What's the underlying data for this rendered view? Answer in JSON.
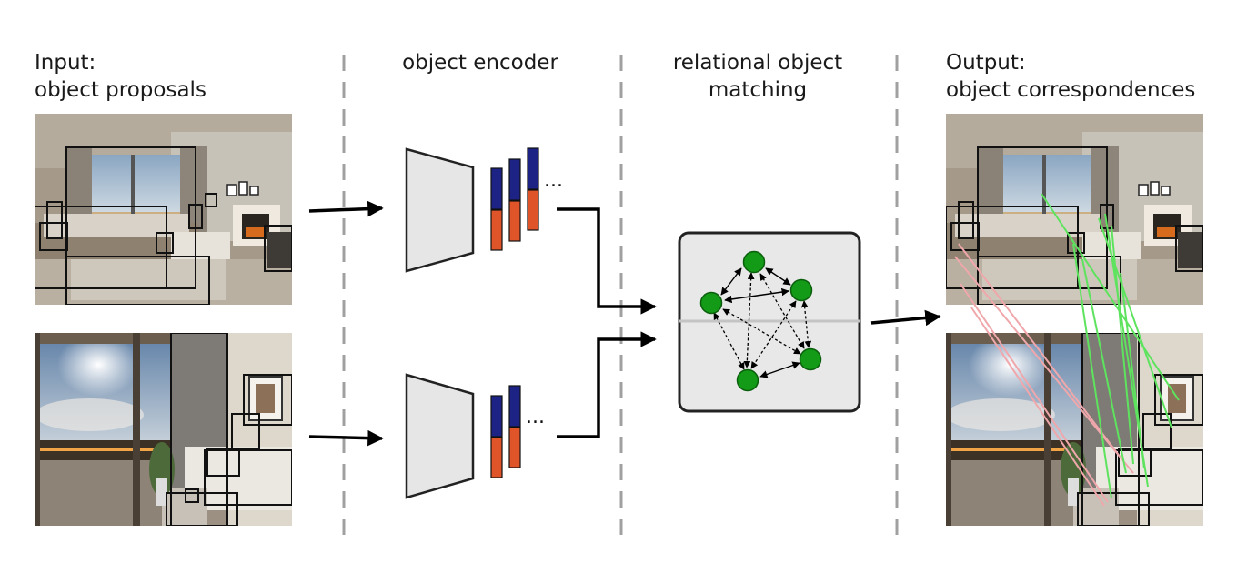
{
  "headers": {
    "input": {
      "line1": "Input:",
      "line2": "object proposals"
    },
    "encoder": {
      "line1": "object encoder"
    },
    "matching": {
      "line1": "relational object",
      "line2": "matching"
    },
    "output": {
      "line1": "Output:",
      "line2": "object correspondences"
    }
  },
  "panels": {
    "top_scene": "bedroom-with-window",
    "bottom_scene": "balcony-door-with-picture"
  },
  "colors": {
    "feature_top": "#1c2385",
    "feature_bottom": "#e0542a",
    "node": "#139a17",
    "match_good": "#5ee35e",
    "match_bad": "#f0a7ab",
    "separator": "#9a9a9a",
    "encoder_fill": "#e6e6e6",
    "matching_box_fill": "#e8e8e8"
  },
  "encoder": {
    "continuation": "..."
  }
}
